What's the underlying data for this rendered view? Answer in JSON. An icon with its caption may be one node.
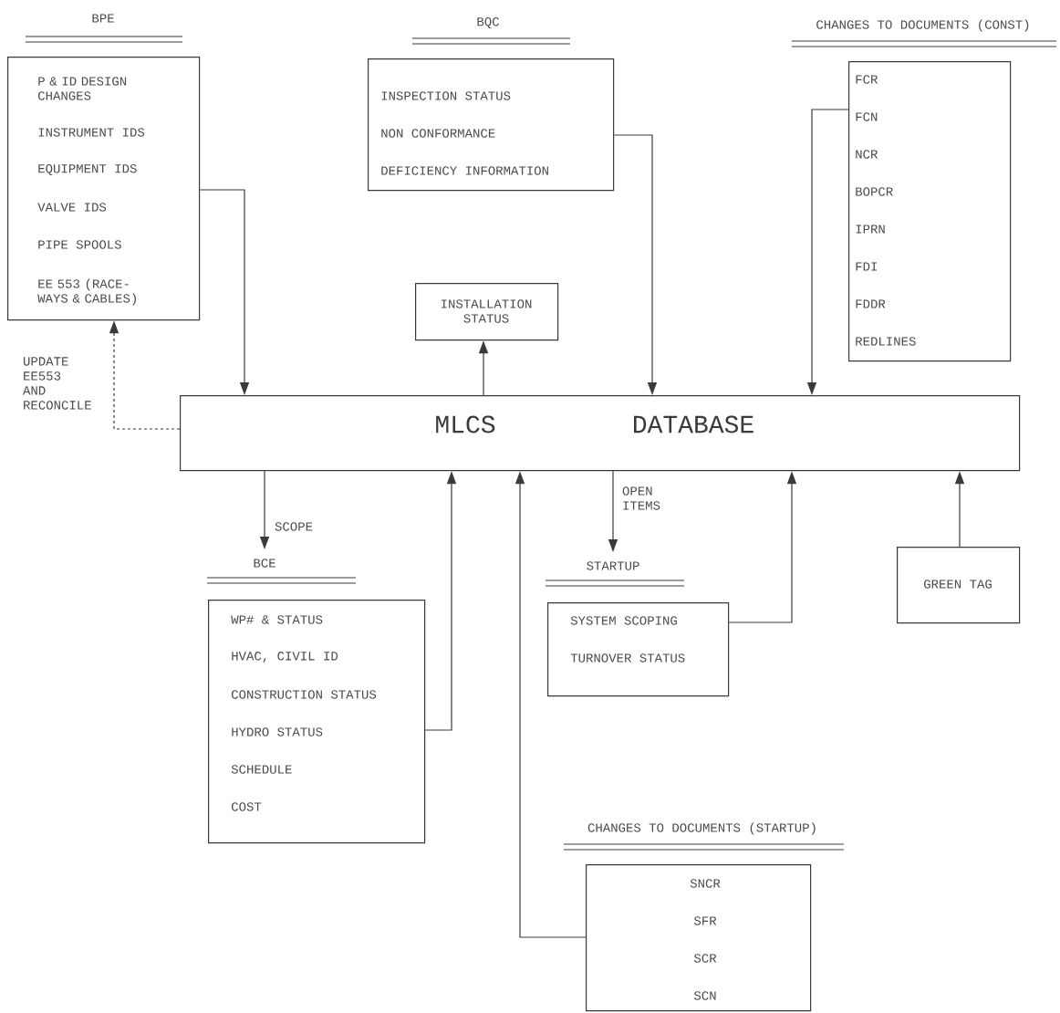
{
  "diagram": {
    "nodes": [
      {
        "text": [
          "BPE",
          "P & ID DESIGN CHANGES",
          "INSTRUMENT IDS",
          "EQUIPMENT IDS",
          "VALVE IDS",
          "PIPE SPOOLS",
          "EE 553 (RACE- WAYS & CABLES)"
        ]
      },
      {
        "text": [
          "BQC",
          "INSPECTION STATUS",
          "NON CONFORMANCE",
          "DEFICIENCY INFORMATION"
        ]
      },
      {
        "text": [
          "CHANGES TO DOCUMENTS (CONST)",
          "FCR",
          "FCN",
          "NCR",
          "BOPCR",
          "IPRN",
          "FDI",
          "FDDR",
          "REDLINES"
        ]
      },
      {
        "text": [
          "INSTALLATION STATUS"
        ]
      },
      {
        "text": [
          "MLCS",
          "DATABASE"
        ]
      },
      {
        "text": [
          "BCE",
          "WP# & STATUS",
          "HVAC, CIVIL ID",
          "CONSTRUCTION STATUS",
          "HYDRO STATUS",
          "SCHEDULE",
          "COST"
        ]
      },
      {
        "text": [
          "STARTUP",
          "SYSTEM SCOPING",
          "TURNOVER STATUS"
        ]
      },
      {
        "text": [
          "GREEN TAG"
        ]
      },
      {
        "text": [
          "CHANGES TO DOCUMENTS (STARTUP)",
          "SNCR",
          "SFR",
          "SCR",
          "SCN"
        ]
      }
    ],
    "edges": [
      {
        "from": 0,
        "to": 4,
        "arrow": "to"
      },
      {
        "from": 4,
        "to": 0,
        "arrow": "to",
        "style": "dashed",
        "label": "UPDATE EE553 AND RECONCILE"
      },
      {
        "from": 1,
        "to": 4,
        "arrow": "to"
      },
      {
        "from": 2,
        "to": 4,
        "arrow": "to"
      },
      {
        "from": 4,
        "to": 3,
        "arrow": "to"
      },
      {
        "from": 4,
        "to": 5,
        "arrow": "to",
        "label": "SCOPE"
      },
      {
        "from": 5,
        "to": 4,
        "arrow": "to"
      },
      {
        "from": 8,
        "to": 4,
        "arrow": "to"
      },
      {
        "from": 4,
        "to": 6,
        "arrow": "to",
        "label": "OPEN ITEMS"
      },
      {
        "from": 6,
        "to": 4,
        "arrow": "to"
      },
      {
        "from": 7,
        "to": 4,
        "arrow": "to"
      }
    ]
  }
}
